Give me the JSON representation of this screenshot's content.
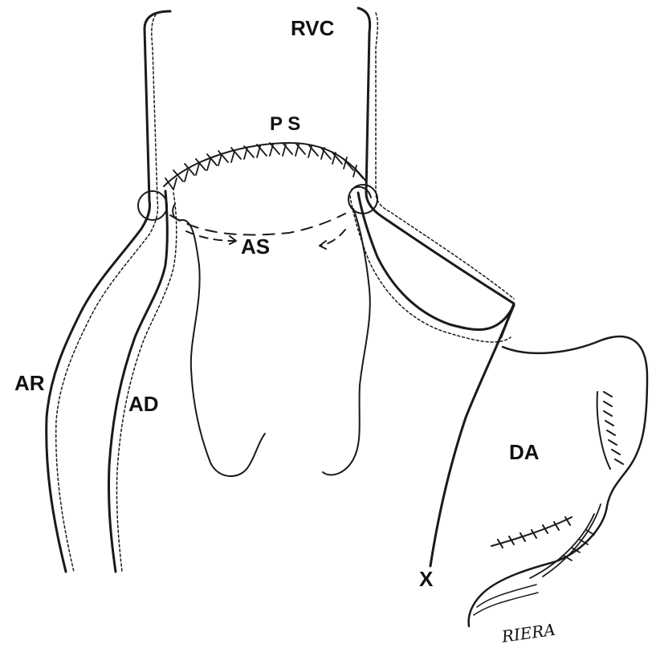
{
  "labels": {
    "rvc": "RVC",
    "ps": "P S",
    "as": "AS",
    "ar": "AR",
    "ad": "AD",
    "da": "DA",
    "x": "X",
    "signature": "RIERA"
  }
}
